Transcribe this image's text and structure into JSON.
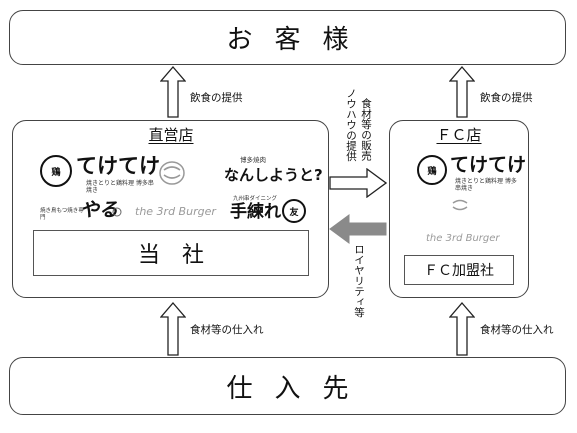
{
  "customer": {
    "label": "お客様"
  },
  "supplier": {
    "label": "仕入先"
  },
  "direct": {
    "title": "直営店",
    "company": "当社",
    "brands": {
      "teketeke": "てけてけ",
      "teketeke_tagline": "焼きとりと鶏料理 博多串焼き",
      "yaru_tagline": "焼き鳥もつ焼き専門",
      "yaru": "やる",
      "burger": "the 3rd Burger",
      "nanshiyou_tag": "博多焼肉",
      "nanshiyou": "なんしようと?",
      "tenare_tag": "九州串ダイニング",
      "tenare": "手練れ"
    }
  },
  "fc": {
    "title": "ＦＣ店",
    "member": "ＦＣ加盟社",
    "brands": {
      "teketeke": "てけてけ",
      "teketeke_tagline": "焼きとりと鶏料理 博多串焼き",
      "burger": "the 3rd Burger"
    }
  },
  "labels": {
    "food_provision_left": "飲食の提供",
    "food_provision_right": "飲食の提供",
    "sales_to_fc": "食材等の販売",
    "knowhow": "ノウハウの提供",
    "royalty": "ロイヤリティ等",
    "purchase_left": "食材等の仕入れ",
    "purchase_right": "食材等の仕入れ"
  }
}
